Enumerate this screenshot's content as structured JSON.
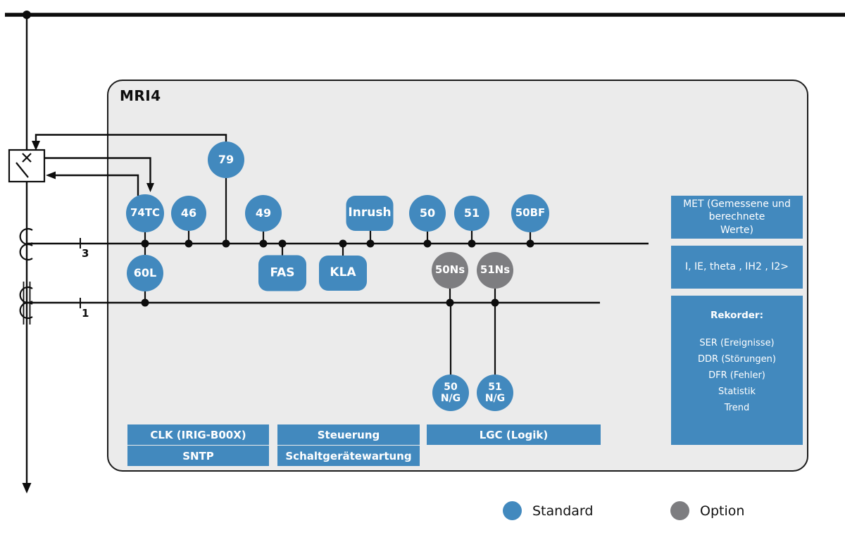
{
  "title": "MRI4",
  "colors": {
    "standard": "#4289BE",
    "option": "#7D7D80",
    "panel_bg": "#EBEBEB"
  },
  "nodes": [
    {
      "id": "79",
      "label": "79",
      "variant": "standard"
    },
    {
      "id": "74TC",
      "label": "74TC",
      "variant": "standard"
    },
    {
      "id": "46",
      "label": "46",
      "variant": "standard"
    },
    {
      "id": "49",
      "label": "49",
      "variant": "standard"
    },
    {
      "id": "Inrush",
      "label": "Inrush",
      "variant": "standard"
    },
    {
      "id": "50",
      "label": "50",
      "variant": "standard"
    },
    {
      "id": "51",
      "label": "51",
      "variant": "standard"
    },
    {
      "id": "50BF",
      "label": "50BF",
      "variant": "standard"
    },
    {
      "id": "60L",
      "label": "60L",
      "variant": "standard"
    },
    {
      "id": "FAS",
      "label": "FAS",
      "variant": "standard"
    },
    {
      "id": "KLA",
      "label": "KLA",
      "variant": "standard"
    },
    {
      "id": "50Ns",
      "label": "50Ns",
      "variant": "option"
    },
    {
      "id": "51Ns",
      "label": "51Ns",
      "variant": "option"
    },
    {
      "id": "50NG",
      "label": "50\nN/G",
      "variant": "standard"
    },
    {
      "id": "51NG",
      "label": "51\nN/G",
      "variant": "standard"
    }
  ],
  "bottom_bars": [
    {
      "id": "clk",
      "label": "CLK (IRIG-B00X)"
    },
    {
      "id": "sntp",
      "label": "SNTP"
    },
    {
      "id": "steuerung",
      "label": "Steuerung"
    },
    {
      "id": "schaltgeraetewartung",
      "label": "Schaltgerätewartung"
    },
    {
      "id": "lgc",
      "label": "LGC (Logik)"
    }
  ],
  "side_panel": {
    "met_label": "MET (Gemessene und\nberechnete\nWerte)",
    "quantities_label": "I, IE, theta , IH2 , I2>",
    "recorder": {
      "title": "Rekorder:",
      "items": [
        "SER (Ereignisse)",
        "DDR (Störungen)",
        "DFR (Fehler)",
        "Statistik",
        "Trend"
      ]
    }
  },
  "ct_labels": {
    "phases": "3",
    "ground": "1"
  },
  "legend": [
    {
      "label": "Standard",
      "variant": "standard"
    },
    {
      "label": "Option",
      "variant": "option"
    }
  ]
}
